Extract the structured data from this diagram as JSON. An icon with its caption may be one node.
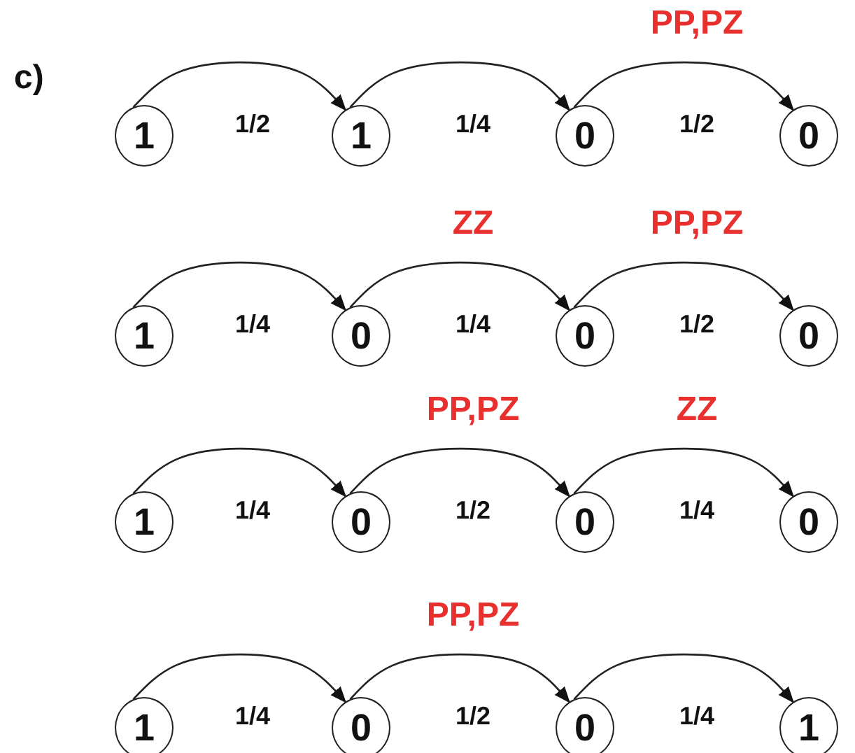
{
  "diagram": {
    "nodes": [
      {
        "text": [
          "1"
        ]
      },
      {
        "text": [
          "1"
        ]
      },
      {
        "text": [
          "0"
        ]
      },
      {
        "text": [
          "0"
        ]
      },
      {
        "text": [
          "1"
        ]
      },
      {
        "text": [
          "0"
        ]
      },
      {
        "text": [
          "0"
        ]
      },
      {
        "text": [
          "0"
        ]
      },
      {
        "text": [
          "1"
        ]
      },
      {
        "text": [
          "0"
        ]
      },
      {
        "text": [
          "0"
        ]
      },
      {
        "text": [
          "0"
        ]
      },
      {
        "text": [
          "1"
        ]
      },
      {
        "text": [
          "0"
        ]
      },
      {
        "text": [
          "0"
        ]
      },
      {
        "text": [
          "1"
        ]
      }
    ],
    "edges": [
      {
        "from": 0,
        "to": 1,
        "arrow": "to",
        "label": "1/2"
      },
      {
        "from": 1,
        "to": 2,
        "arrow": "to",
        "label": "1/4"
      },
      {
        "from": 2,
        "to": 3,
        "arrow": "to",
        "label": "1/2"
      },
      {
        "from": 4,
        "to": 5,
        "arrow": "to",
        "label": "1/4"
      },
      {
        "from": 5,
        "to": 6,
        "arrow": "to",
        "label": "1/4"
      },
      {
        "from": 6,
        "to": 7,
        "arrow": "to",
        "label": "1/2"
      },
      {
        "from": 8,
        "to": 9,
        "arrow": "to",
        "label": "1/4"
      },
      {
        "from": 9,
        "to": 10,
        "arrow": "to",
        "label": "1/2"
      },
      {
        "from": 10,
        "to": 11,
        "arrow": "to",
        "label": "1/4"
      },
      {
        "from": 12,
        "to": 13,
        "arrow": "to",
        "label": "1/4"
      },
      {
        "from": 13,
        "to": 14,
        "arrow": "to",
        "label": "1/2"
      },
      {
        "from": 14,
        "to": 15,
        "arrow": "to",
        "label": "1/4"
      }
    ],
    "labels": [
      "c)",
      "PP,PZ",
      "ZZ",
      "PP,PZ",
      "PP,PZ",
      "ZZ",
      "PP,PZ"
    ]
  }
}
